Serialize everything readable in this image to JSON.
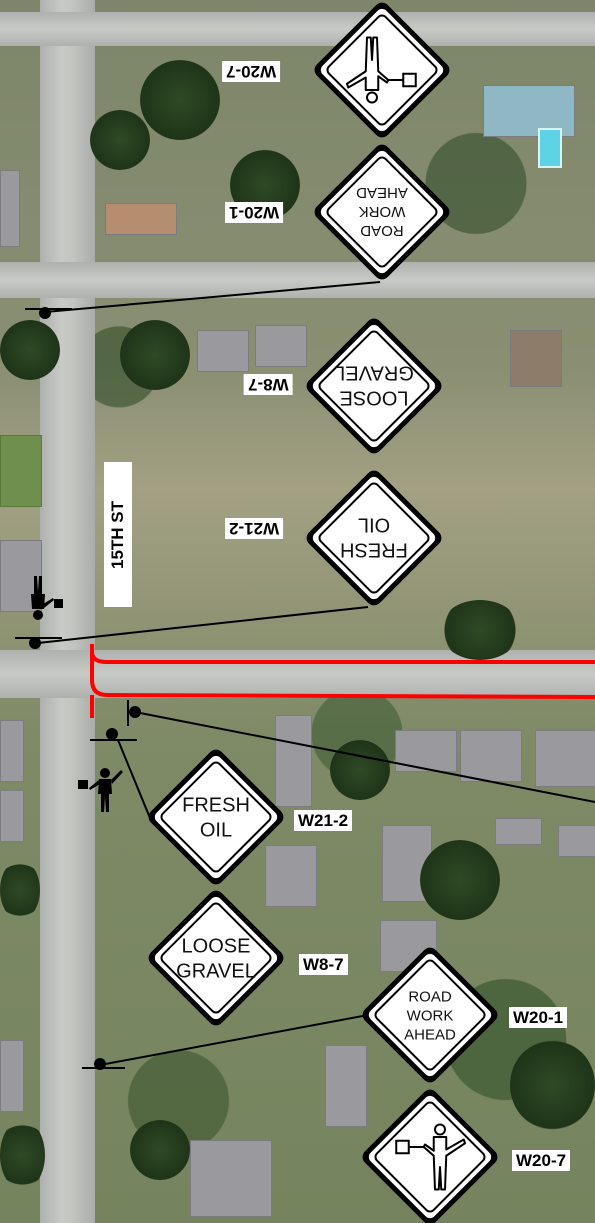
{
  "street": {
    "name": "15TH ST"
  },
  "signs_southbound": [
    {
      "code": "W20-7",
      "text_lines": [],
      "icon": "flagger-icon"
    },
    {
      "code": "W20-1",
      "text_lines": [
        "ROAD",
        "WORK",
        "AHEAD"
      ]
    },
    {
      "code": "W8-7",
      "text_lines": [
        "LOOSE",
        "GRAVEL"
      ]
    },
    {
      "code": "W21-2",
      "text_lines": [
        "FRESH",
        "OIL"
      ]
    }
  ],
  "signs_northbound": [
    {
      "code": "W21-2",
      "text_lines": [
        "FRESH",
        "OIL"
      ]
    },
    {
      "code": "W8-7",
      "text_lines": [
        "LOOSE",
        "GRAVEL"
      ]
    },
    {
      "code": "W20-1",
      "text_lines": [
        "ROAD",
        "WORK",
        "AHEAD"
      ]
    },
    {
      "code": "W20-7",
      "text_lines": [],
      "icon": "flagger-icon"
    }
  ],
  "colors": {
    "work_zone_outline": "#ff0000",
    "sign_face": "#ffffff",
    "sign_border": "#000000",
    "leader_line": "#000000"
  }
}
